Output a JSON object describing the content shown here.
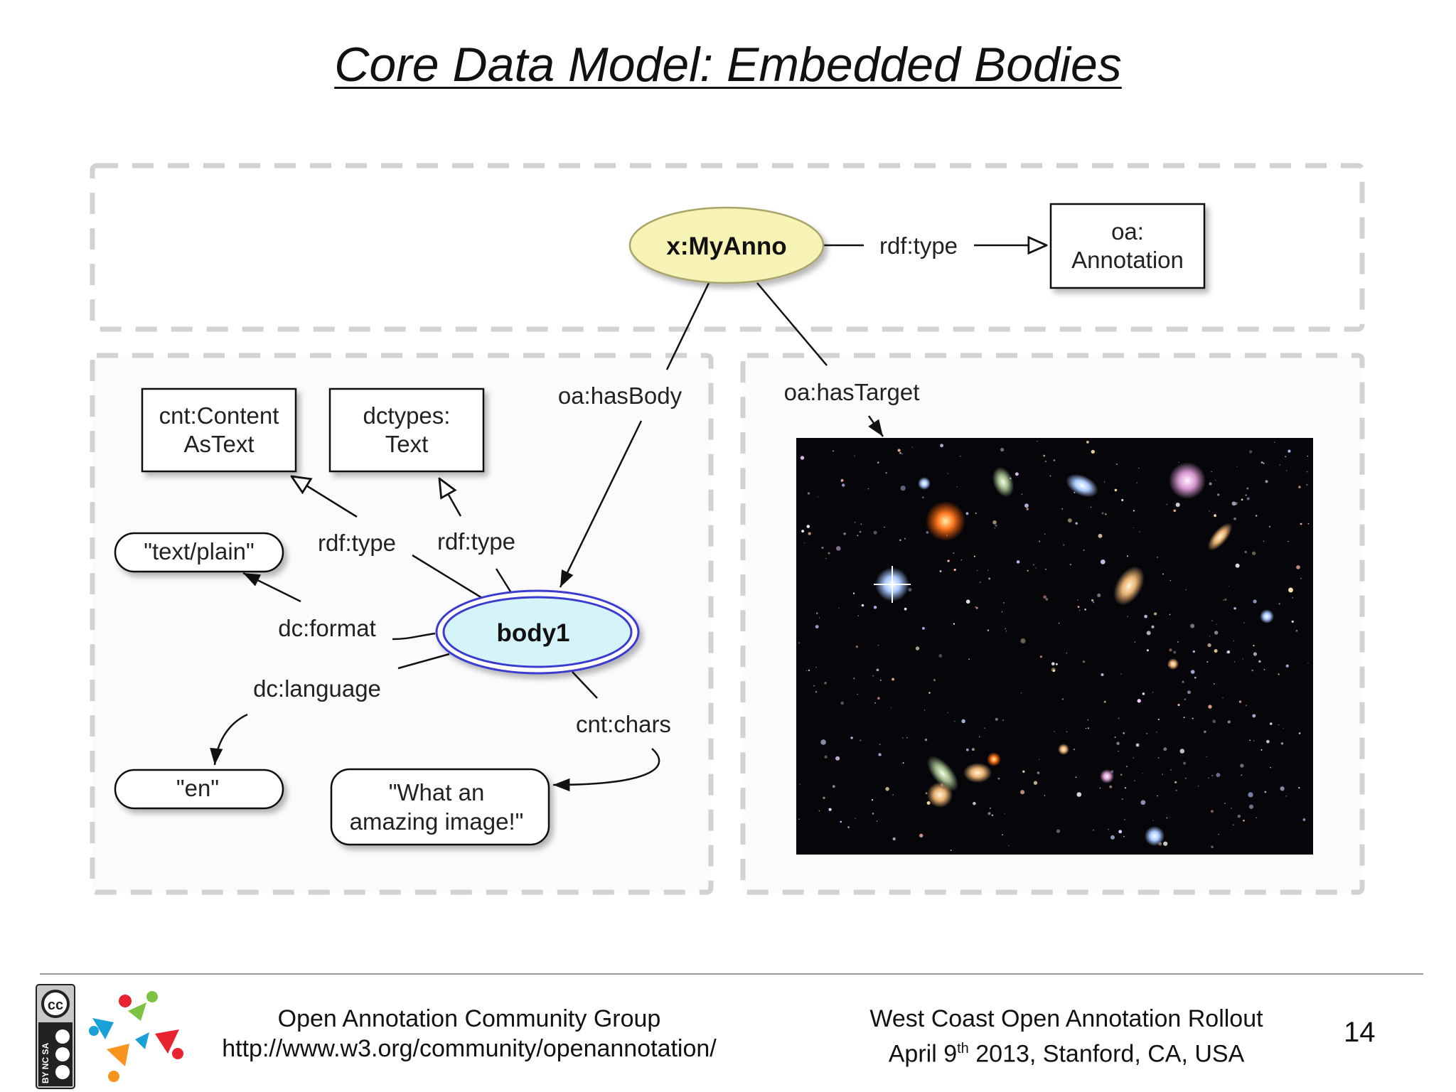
{
  "slide": {
    "title": "Core Data Model: Embedded Bodies",
    "page_number": "14"
  },
  "diagram": {
    "nodes": {
      "anno": "x:MyAnno",
      "annotation_class_line1": "oa:",
      "annotation_class_line2": "Annotation",
      "body": "body1",
      "content_class_line1": "cnt:Content",
      "content_class_line2": "AsText",
      "dctypes_class_line1": "dctypes:",
      "dctypes_class_line2": "Text",
      "format_literal": "\"text/plain\"",
      "language_literal": "\"en\"",
      "chars_literal_line1": "\"What an",
      "chars_literal_line2": "amazing image!\""
    },
    "edges": {
      "anno_type": "rdf:type",
      "has_body": "oa:hasBody",
      "has_target": "oa:hasTarget",
      "body_type_content": "rdf:type",
      "body_type_dctypes": "rdf:type",
      "format": "dc:format",
      "language": "dc:language",
      "chars": "cnt:chars"
    },
    "target_image": "deep-field-galaxies-photo"
  },
  "footer": {
    "org_name": "Open Annotation Community Group",
    "org_url": "http://www.w3.org/community/openannotation/",
    "event_name": "West Coast Open Annotation Rollout",
    "event_date_prefix": "April 9",
    "event_date_suffix": "th",
    "event_date_rest": " 2013, Stanford, CA, USA",
    "license_text": "BY NC SA"
  },
  "colors": {
    "anno_fill": "#f6f3b5",
    "body_fill": "#d4f4f9",
    "body_stroke": "#3a3ad0",
    "dash": "#d2d2d2"
  }
}
